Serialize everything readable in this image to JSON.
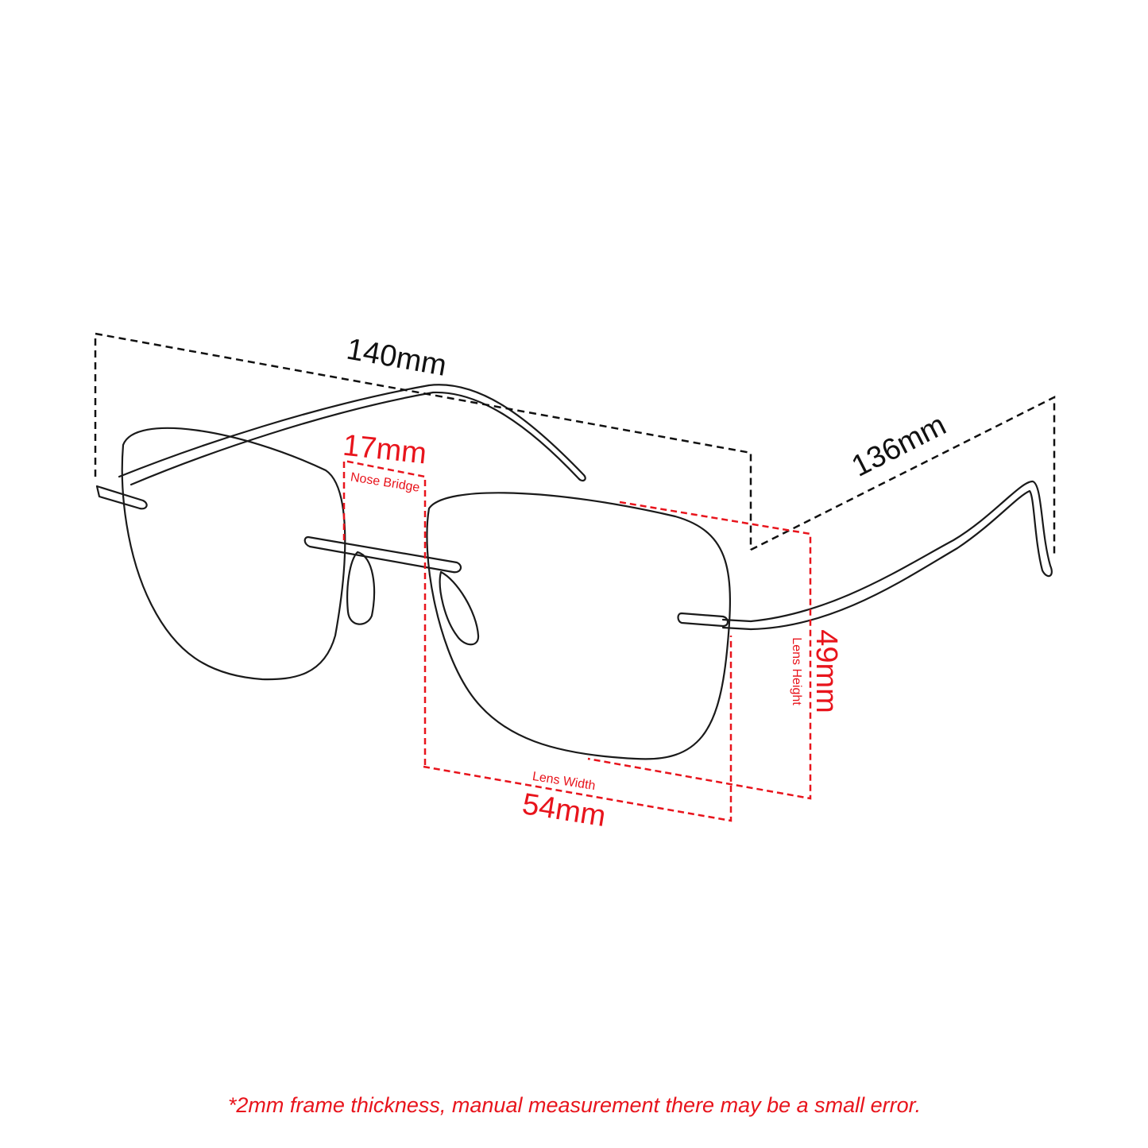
{
  "dimensions": {
    "total_width": {
      "value": "140mm"
    },
    "temple_length": {
      "value": "136mm"
    },
    "nose_bridge": {
      "value": "17mm",
      "label": "Nose Bridge"
    },
    "lens_width": {
      "value": "54mm",
      "label": "Lens Width"
    },
    "lens_height": {
      "value": "49mm",
      "label": "Lens Height"
    }
  },
  "footnote": "*2mm frame thickness, manual measurement there may be a small error.",
  "colors": {
    "accent": "#e8141c",
    "line": "#111111"
  }
}
